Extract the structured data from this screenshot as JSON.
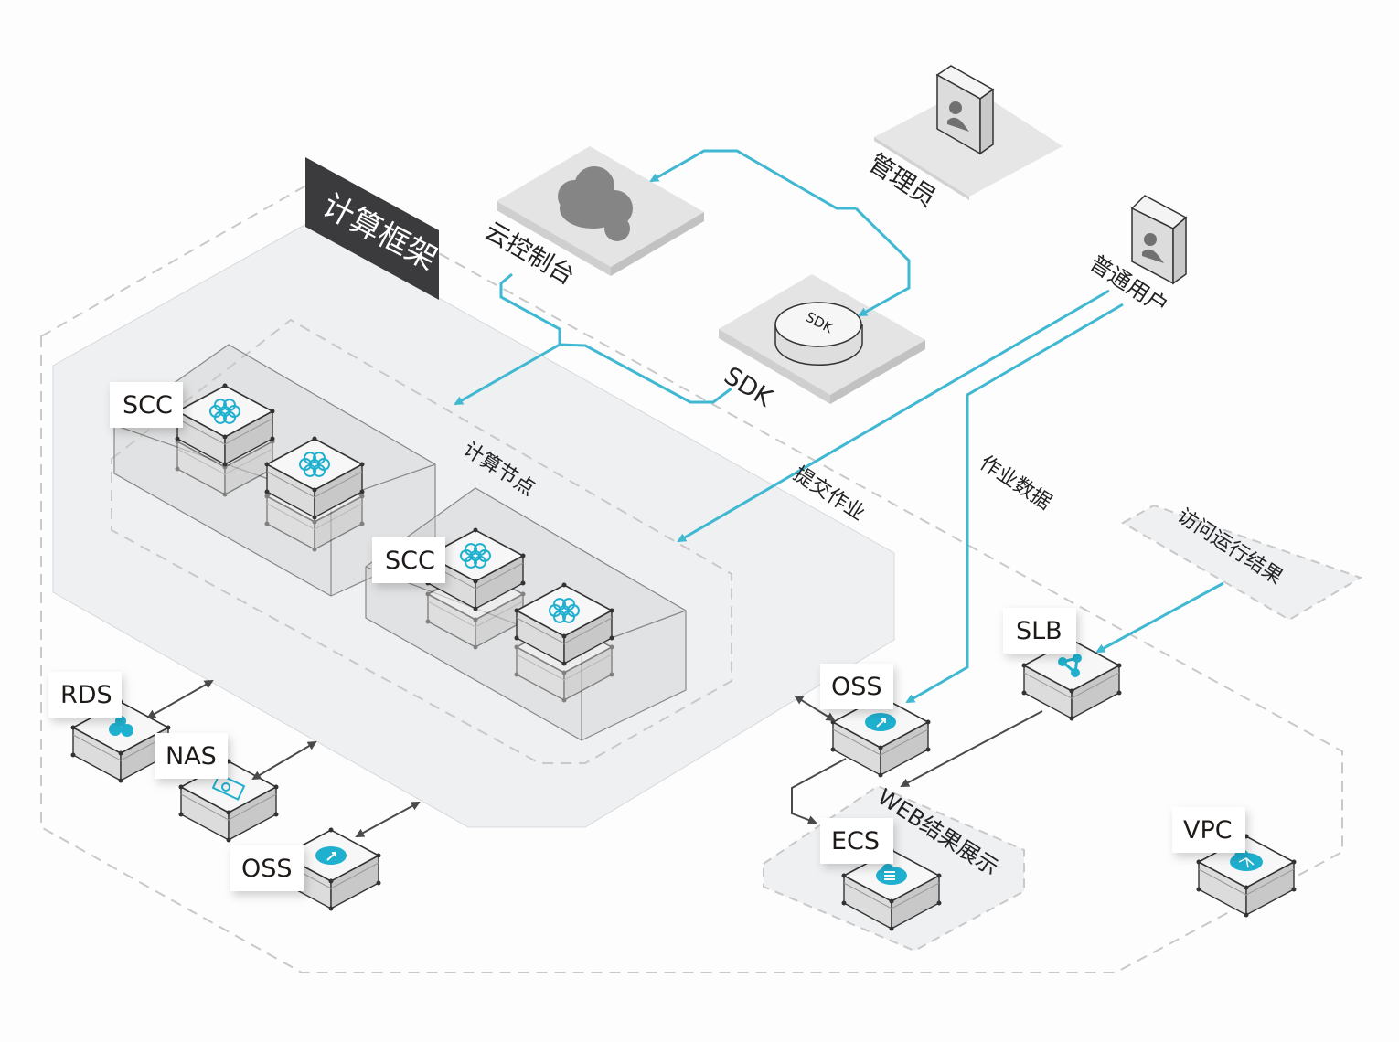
{
  "title_badge": "计算框架",
  "sections": {
    "compute_nodes": "计算节点",
    "web_results": "WEB结果展示",
    "access_results": "访问运行结果"
  },
  "actors": {
    "admin": "管理员",
    "normal_user": "普通用户"
  },
  "platforms": {
    "console": "云控制台",
    "sdk_caption": "SDK",
    "sdk_disc": "SDK"
  },
  "flows": {
    "submit_job": "提交作业",
    "job_data": "作业数据"
  },
  "nodes": {
    "scc_1": "SCC",
    "scc_2": "SCC",
    "rds": "RDS",
    "nas": "NAS",
    "oss_left": "OSS",
    "oss_right": "OSS",
    "slb": "SLB",
    "ecs": "ECS",
    "vpc": "VPC"
  },
  "colors": {
    "accent": "#41b8d2",
    "icon": "#1fb0cf",
    "badge_bg": "#3b3b3d",
    "zone_fill": "#eef0f2",
    "dash": "#c9c9c9"
  }
}
